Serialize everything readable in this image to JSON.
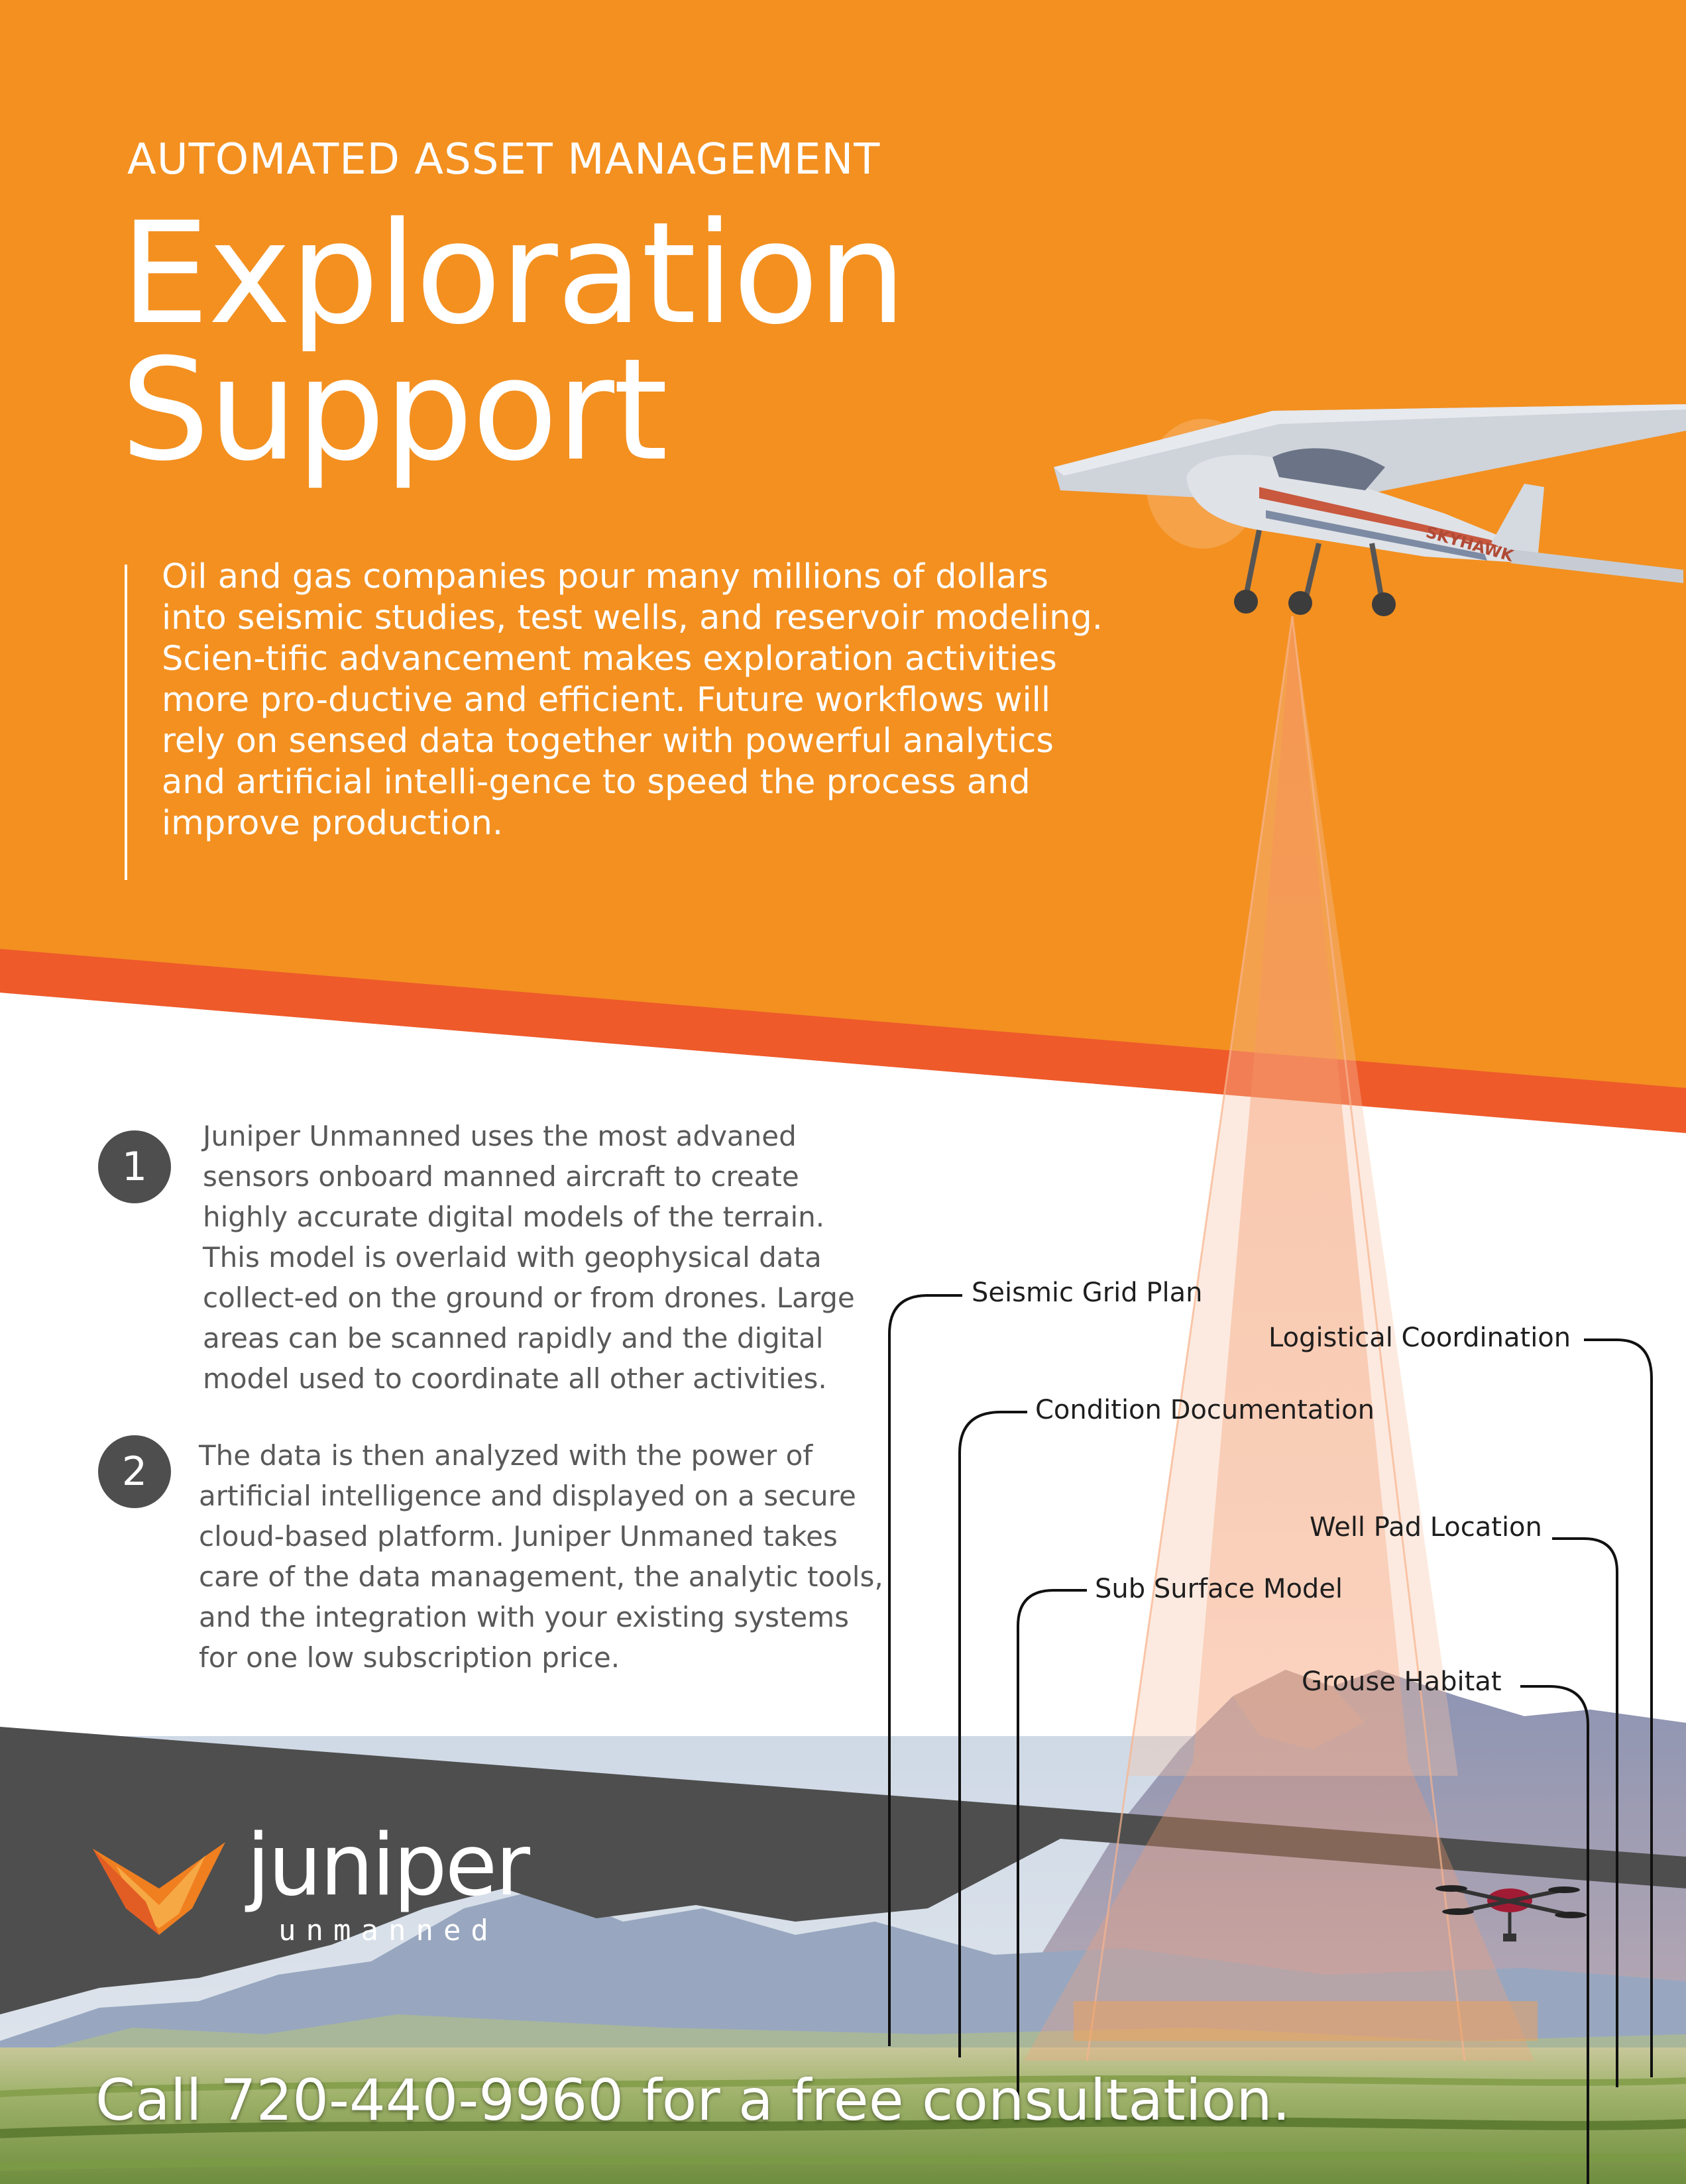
{
  "header": {
    "eyebrow": "AUTOMATED ASSET MANAGEMENT",
    "title_line1": "Exploration",
    "title_line2": "Support"
  },
  "intro": {
    "text": "Oil and gas companies pour many millions of dollars into seismic studies, test wells, and reservoir modeling.  Scien-tific advancement makes exploration activities more pro-ductive and efficient. Future workflows will rely on sensed data together with powerful analytics and artificial intelli-gence to speed the process and improve production."
  },
  "steps": [
    {
      "number": "1",
      "text": "Juniper Unmanned uses the most advaned sensors onboard manned aircraft to create highly accurate digital models of the terrain. This model is overlaid with geophysical data collect-ed on the ground or from drones. Large areas can be scanned rapidly and the digital model used to coordinate all other activities."
    },
    {
      "number": "2",
      "text": "The data is then analyzed with the power of artificial intelligence and displayed on a secure cloud-based platform. Juniper Unmaned takes care of the data management, the analytic tools, and the integration with your existing systems for one low subscription price."
    }
  ],
  "callouts": {
    "seismic": "Seismic Grid Plan",
    "logistical": "Logistical Coordination",
    "condition": "Condition Documentation",
    "wellpad": "Well Pad Location",
    "subsurface": "Sub Surface Model",
    "grouse": "Grouse Habitat"
  },
  "aircraft": {
    "tail_marking": "SKYHAWK"
  },
  "logo": {
    "word": "juniper",
    "sub": "unmanned"
  },
  "cta": {
    "text": "Call 720-440-9960 for a free consultation."
  },
  "colors": {
    "orange": "#f39020",
    "red_orange": "#ee5a2a",
    "dark_band": "#4e4e4e",
    "body_text": "#595959"
  }
}
